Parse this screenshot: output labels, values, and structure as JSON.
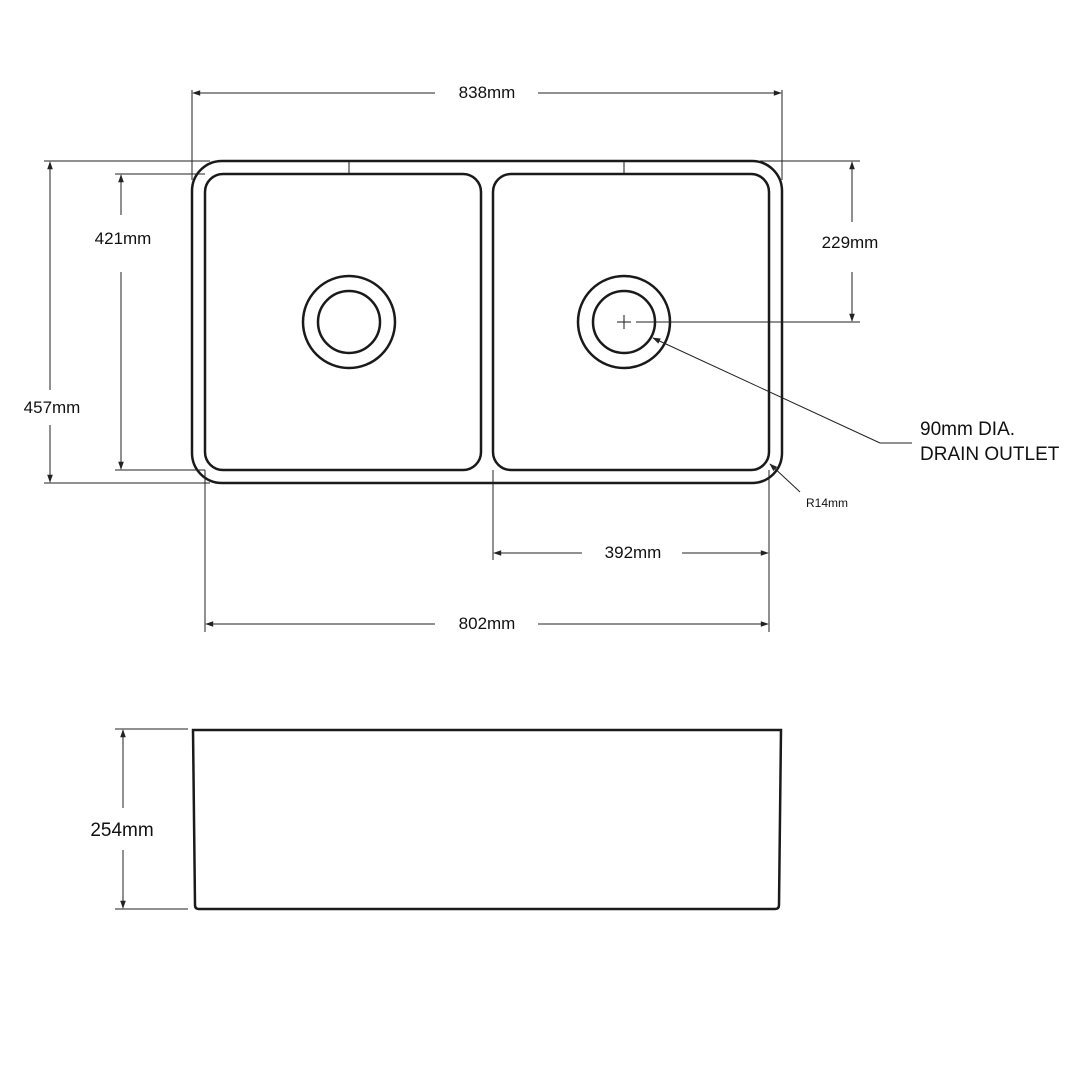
{
  "dimensions": {
    "overall_width": "838mm",
    "inner_width": "802mm",
    "overall_depth": "457mm",
    "bowl_depth": "421mm",
    "drain_offset": "229mm",
    "bowl_width": "392mm",
    "height": "254mm",
    "corner_radius": "R14mm"
  },
  "drain_note": {
    "line1": "90mm  DIA.",
    "line2": "DRAIN OUTLET"
  }
}
